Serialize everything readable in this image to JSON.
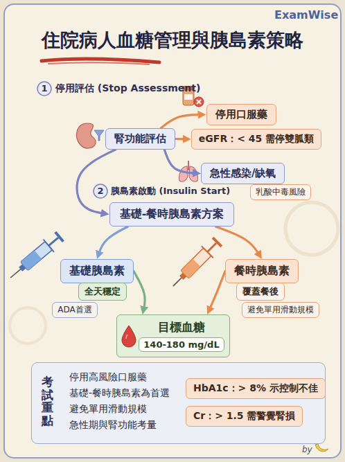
{
  "diagram": {
    "title": "住院病人血糖管理與胰島素策略",
    "nodes": [
      {
        "text": [
          "停用口服藥"
        ]
      },
      {
        "text": [
          "腎功能評估"
        ]
      },
      {
        "text": [
          "eGFR：< 45 需停雙胍類"
        ]
      },
      {
        "text": [
          "急性感染/缺氧"
        ]
      },
      {
        "text": [
          "乳酸中毒風險"
        ]
      },
      {
        "text": [
          "基礎-餐時胰島素方案"
        ]
      },
      {
        "text": [
          "基礎胰島素"
        ]
      },
      {
        "text": [
          "全天穩定"
        ]
      },
      {
        "text": [
          "ADA首選"
        ]
      },
      {
        "text": [
          "餐時胰島素"
        ]
      },
      {
        "text": [
          "覆蓋餐後"
        ]
      },
      {
        "text": [
          "避免單用滑動規模"
        ]
      },
      {
        "text": [
          "目標血糖"
        ]
      },
      {
        "text": [
          "140-180 mg/dL"
        ],
        "in": 12
      },
      {
        "text": [
          "考試重點",
          "停用高風險口服藥",
          "基礎-餐時胰島素為首選",
          "避免單用滑動規模",
          "急性期與腎功能考量"
        ]
      },
      {
        "text": [
          "HbA1c：> 8% 示控制不佳"
        ],
        "in": 14
      },
      {
        "text": [
          "Cr：> 1.5 需警覺腎損"
        ],
        "in": 14
      }
    ],
    "edges": [
      {
        "from": 1,
        "to": 0,
        "arrow": "to"
      },
      {
        "from": 1,
        "to": 2,
        "arrow": "to"
      },
      {
        "from": 1,
        "to": 3,
        "arrow": "to"
      },
      {
        "from": 1,
        "to": 5,
        "arrow": "to"
      },
      {
        "from": 5,
        "to": 6,
        "arrow": "to"
      },
      {
        "from": 5,
        "to": 9,
        "arrow": "to"
      },
      {
        "from": 6,
        "to": 12,
        "arrow": "to"
      },
      {
        "from": 9,
        "to": 12,
        "arrow": "to"
      }
    ],
    "labels": [
      "ExamWise",
      "1",
      "停用評估 (Stop Assessment)",
      "2",
      "胰島素啟動 (Insulin Start)",
      "by"
    ]
  }
}
